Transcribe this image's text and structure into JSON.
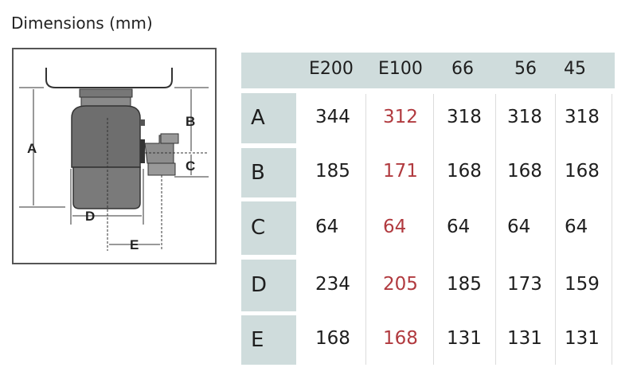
{
  "title": "Dimensions (mm)",
  "diagram": {
    "labels": [
      "A",
      "B",
      "C",
      "D",
      "E"
    ]
  },
  "table": {
    "columns": [
      "E200",
      "E100",
      "66",
      "56",
      "45"
    ],
    "highlight_column": "E100",
    "highlight_color": "#b13a3f",
    "rows": [
      {
        "label": "A",
        "values": [
          "344",
          "312",
          "318",
          "318",
          "318"
        ]
      },
      {
        "label": "B",
        "values": [
          "185",
          "171",
          "168",
          "168",
          "168"
        ]
      },
      {
        "label": "C",
        "values": [
          "64",
          "64",
          "64",
          "64",
          "64"
        ]
      },
      {
        "label": "D",
        "values": [
          "234",
          "205",
          "185",
          "173",
          "159"
        ]
      },
      {
        "label": "E",
        "values": [
          "168",
          "168",
          "131",
          "131",
          "131"
        ]
      }
    ]
  }
}
